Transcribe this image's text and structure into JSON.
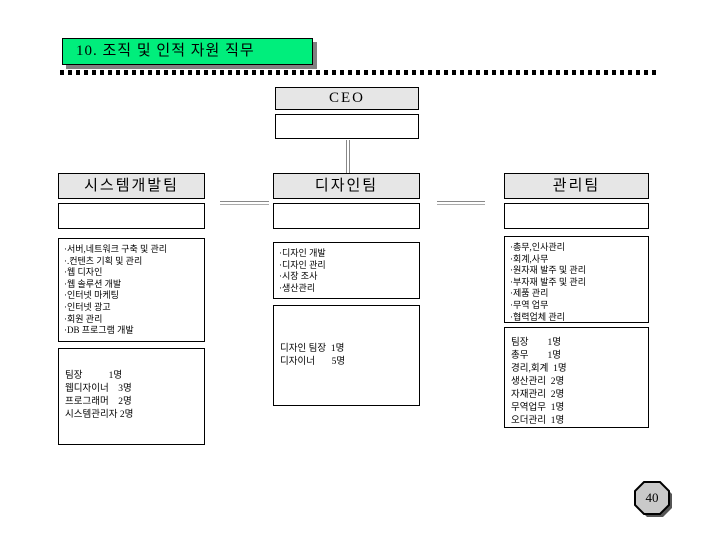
{
  "slide": {
    "title": "10. 조직 및 인적 자원 직무",
    "page_number": "40",
    "colors": {
      "title_bg": "#00EE7C",
      "header_bg": "#E6E6E6",
      "shadow": "#808080"
    }
  },
  "org": {
    "ceo_label": "CEO",
    "teams": [
      {
        "name": "시스템개발팀",
        "duties": [
          "·서버,네트워크 구축 및 관리",
          "·.컨텐츠 기획 및 관리",
          "·웹 디자인",
          "·웹 솔루션 개발",
          "·인터넷 마케팅",
          "·인터넷 광고",
          "·회원 관리",
          "·DB 프로그램 개발"
        ],
        "staff": [
          "팀장           1명",
          "웹디자이너    3명",
          "프로그래머    2명",
          "시스템관리자 2명"
        ]
      },
      {
        "name": "디자인팀",
        "duties": [
          "·디자인 개발",
          "·디자인 관리",
          "·시장 조사",
          "·생산관리"
        ],
        "staff": [
          "디자인 팀장  1명",
          "디자이너       5명"
        ]
      },
      {
        "name": "관리팀",
        "duties": [
          "·총무,인사관리",
          "·회계,사무",
          "·원자재 발주 및 관리",
          "·부자재 발주 및 관리",
          "·제품 관리",
          "·무역 업무",
          "·협력업체 관리"
        ],
        "staff": [
          "팀장        1명",
          "총무        1명",
          "경리,회계  1명",
          "생산관리  2명",
          "자재관리  2명",
          "무역업무  1명",
          "오더관리  1명"
        ]
      }
    ]
  }
}
